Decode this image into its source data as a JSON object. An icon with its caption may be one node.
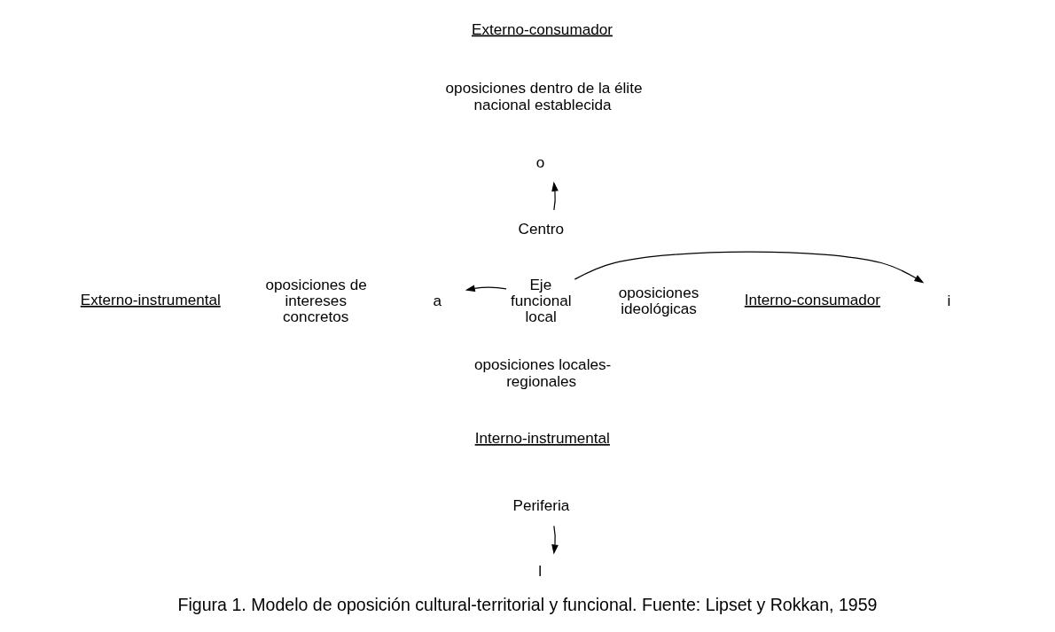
{
  "diagram": {
    "caption": "Figura 1. Modelo de oposición cultural-territorial y funcional. Fuente: Lipset y Rokkan, 1959",
    "nodes": [
      {
        "text": [
          "o"
        ]
      },
      {
        "text": [
          "Centro"
        ]
      },
      {
        "text": [
          "a"
        ]
      },
      {
        "text": [
          "Eje funcional local"
        ]
      },
      {
        "text": [
          "i"
        ]
      },
      {
        "text": [
          "Periferia"
        ]
      },
      {
        "text": [
          "l"
        ]
      }
    ],
    "edges": [
      {
        "from": 1,
        "to": 0,
        "arrow": "to"
      },
      {
        "from": 3,
        "to": 2,
        "arrow": "to"
      },
      {
        "from": 3,
        "to": 4,
        "arrow": "to"
      },
      {
        "from": 5,
        "to": 6,
        "arrow": "to"
      }
    ],
    "labels": [
      "Externo-consumador",
      "oposiciones dentro de la élite nacional establecida",
      "Externo-instrumental",
      "oposiciones de intereses concretos",
      "oposiciones ideológicas",
      "Interno-consumador",
      "oposiciones locales-regionales",
      "Interno-instrumental"
    ]
  }
}
